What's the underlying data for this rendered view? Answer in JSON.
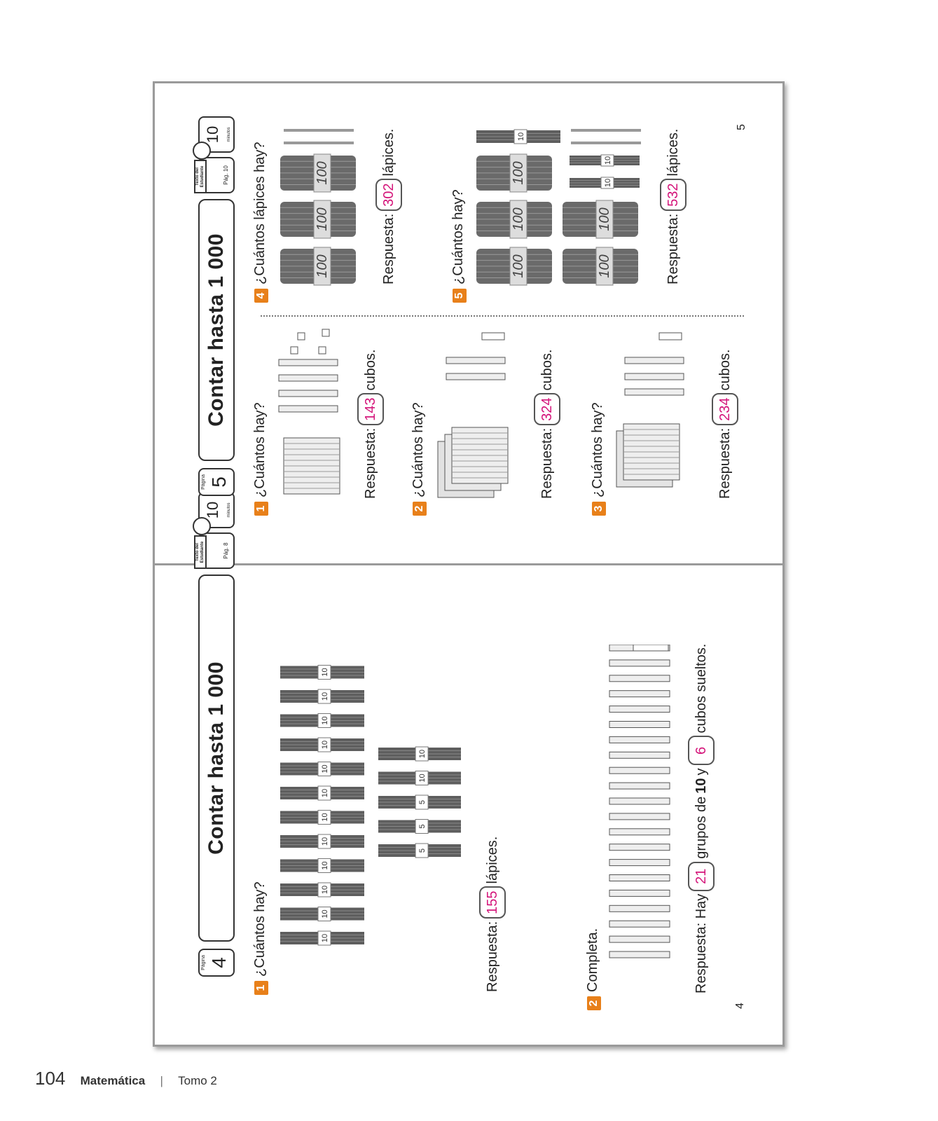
{
  "page4": {
    "page_label": "Página",
    "page_number": "4",
    "title": "Contar hasta 1 000",
    "textbook_label": "Texto del Estudiante",
    "textbook_page": "Pág. 8",
    "timer_value": "10",
    "timer_unit": "minutos",
    "q1": {
      "num": "1",
      "text": "¿Cuántos hay?",
      "answer_prefix": "Respuesta:",
      "answer": "155",
      "answer_suffix": "lápices."
    },
    "bundle_labels": [
      "10",
      "10",
      "10",
      "10",
      "10",
      "10",
      "10",
      "10",
      "10",
      "10",
      "10",
      "10"
    ],
    "small_bundle_labels": [
      "5",
      "5",
      "5",
      "10",
      "10"
    ],
    "q2": {
      "num": "2",
      "text": "Completa.",
      "answer_prefix": "Respuesta: Hay",
      "answer1": "21",
      "middle": "grupos de",
      "middle_bold": "10",
      "middle2": "y",
      "answer2": "6",
      "answer_suffix": "cubos sueltos."
    },
    "footer_page": "4"
  },
  "page5": {
    "page_label": "Página",
    "page_number": "5",
    "title": "Contar hasta 1 000",
    "textbook_label": "Texto del Estudiante",
    "textbook_page": "Pág. 10",
    "timer_value": "10",
    "timer_unit": "minutos",
    "q1": {
      "num": "1",
      "text": "¿Cuántos hay?",
      "answer_prefix": "Respuesta:",
      "answer": "143",
      "answer_suffix": "cubos."
    },
    "q2": {
      "num": "2",
      "text": "¿Cuántos hay?",
      "answer_prefix": "Respuesta:",
      "answer": "324",
      "answer_suffix": "cubos."
    },
    "q3": {
      "num": "3",
      "text": "¿Cuántos hay?",
      "answer_prefix": "Respuesta:",
      "answer": "234",
      "answer_suffix": "cubos."
    },
    "q4": {
      "num": "4",
      "text": "¿Cuántos lápices hay?",
      "answer_prefix": "Respuesta:",
      "answer": "302",
      "answer_suffix": "lápices.",
      "bundle_label": "100"
    },
    "q5": {
      "num": "5",
      "text": "¿Cuántos hay?",
      "answer_prefix": "Respuesta:",
      "answer": "532",
      "answer_suffix": "lápices.",
      "bundle_label": "100",
      "ten_label": "10"
    },
    "footer_page": "5"
  },
  "footer": {
    "number": "104",
    "subject": "Matemática",
    "volume": "Tomo 2"
  }
}
